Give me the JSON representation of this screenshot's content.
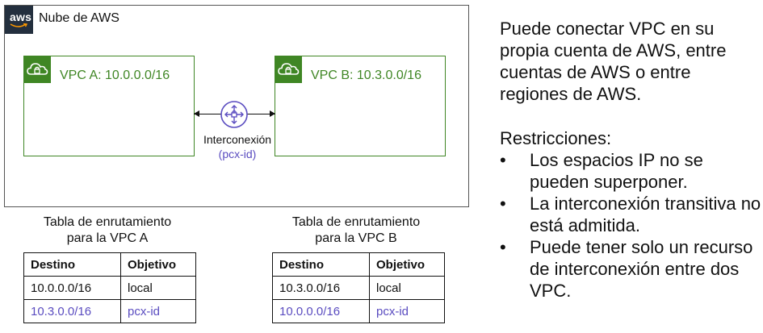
{
  "cloud": {
    "title": "Nube de AWS",
    "badge": "aws"
  },
  "vpc_a": {
    "label": "VPC A: 10.0.0.0/16"
  },
  "vpc_b": {
    "label": "VPC B: 10.3.0.0/16"
  },
  "peering": {
    "label": "Interconexión",
    "id": "(pcx-id)"
  },
  "table_a": {
    "title_line1": "Tabla de enrutamiento",
    "title_line2": "para la VPC A",
    "headers": [
      "Destino",
      "Objetivo"
    ],
    "rows": [
      [
        "10.0.0.0/16",
        "local"
      ],
      [
        "10.3.0.0/16",
        "pcx-id"
      ]
    ]
  },
  "table_b": {
    "title_line1": "Tabla de enrutamiento",
    "title_line2": "para la VPC B",
    "headers": [
      "Destino",
      "Objetivo"
    ],
    "rows": [
      [
        "10.3.0.0/16",
        "local"
      ],
      [
        "10.0.0.0/16",
        "pcx-id"
      ]
    ]
  },
  "side": {
    "intro": "Puede conectar VPC en su propia cuenta de AWS, entre cuentas de AWS o entre regiones de AWS.",
    "restrictions_title": "Restricciones:",
    "bullet_char": "•",
    "bullets": [
      "Los espacios IP no se pueden superponer.",
      "La interconexión transitiva no está admitida.",
      "Puede tener solo un recurso de interconexión entre dos VPC."
    ]
  },
  "colors": {
    "vpc_green": "#3f8624",
    "peer_purple": "#5a4cc0",
    "aws_dark": "#232f3e"
  }
}
